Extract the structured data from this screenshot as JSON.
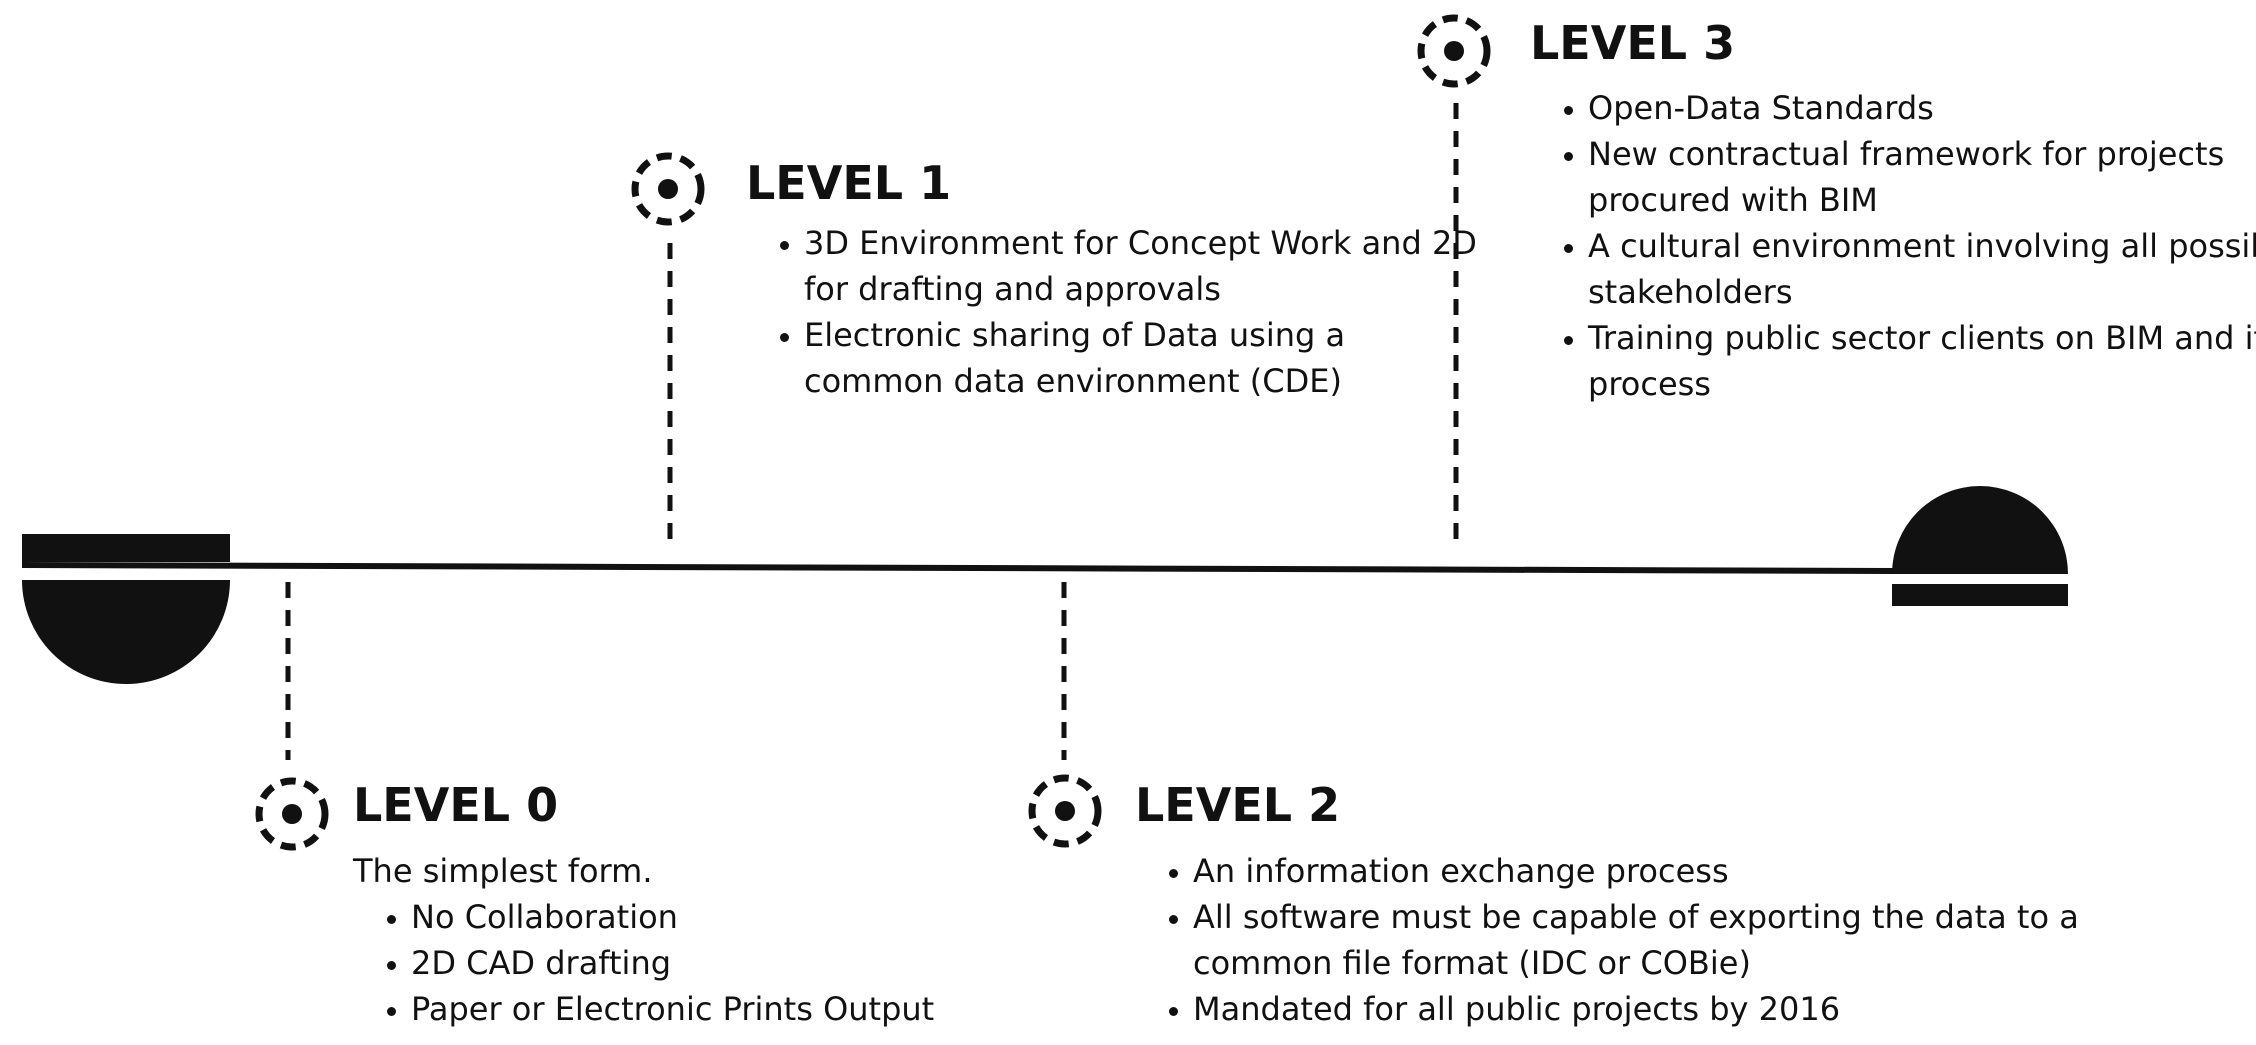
{
  "levels": [
    {
      "title": "LEVEL 0",
      "intro": "The simplest form.",
      "bullets": [
        "No Collaboration",
        "2D CAD drafting",
        "Paper or Electronic Prints Output"
      ]
    },
    {
      "title": "LEVEL 1",
      "intro": "",
      "bullets": [
        "3D Environment for Concept Work and 2D for drafting and approvals",
        "Electronic sharing of Data using a common data environment (CDE)"
      ]
    },
    {
      "title": "LEVEL 2",
      "intro": "",
      "bullets": [
        "An information exchange process",
        "All software must be capable of exporting the data to a common file format (IDC or COBie)",
        "Mandated for all public projects by 2016"
      ]
    },
    {
      "title": "LEVEL 3",
      "intro": "",
      "bullets": [
        "Open-Data Standards",
        "New contractual framework for projects procured with BIM",
        "A cultural environment involving all possible stakeholders",
        "Training public sector clients on BIM and its process"
      ]
    }
  ],
  "colors": {
    "ink": "#111111",
    "background": "#ffffff"
  },
  "icons": [
    "dashed-target-icon",
    "timeline-start-cap-icon",
    "timeline-end-cap-icon"
  ]
}
